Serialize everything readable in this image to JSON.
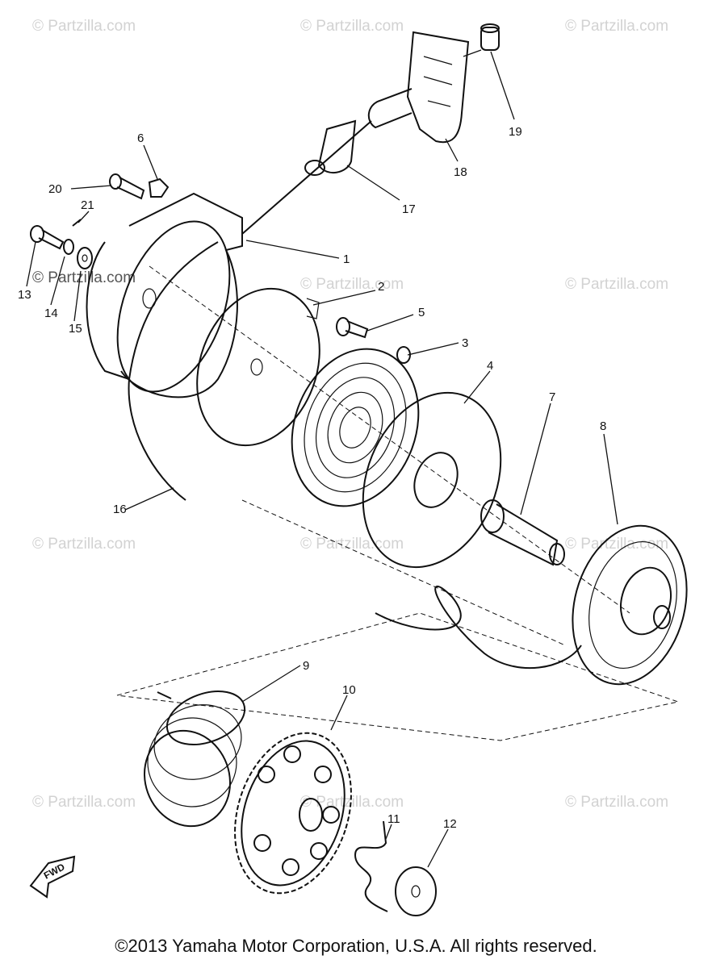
{
  "watermark": "© Partzilla.com",
  "callouts": [
    "1",
    "2",
    "3",
    "4",
    "5",
    "6",
    "7",
    "8",
    "9",
    "10",
    "11",
    "12",
    "13",
    "14",
    "15",
    "16",
    "17",
    "18",
    "19",
    "20",
    "21"
  ],
  "fwd_label": "FWD",
  "copyright": "©2013 Yamaha Motor Corporation, U.S.A. All rights reserved."
}
